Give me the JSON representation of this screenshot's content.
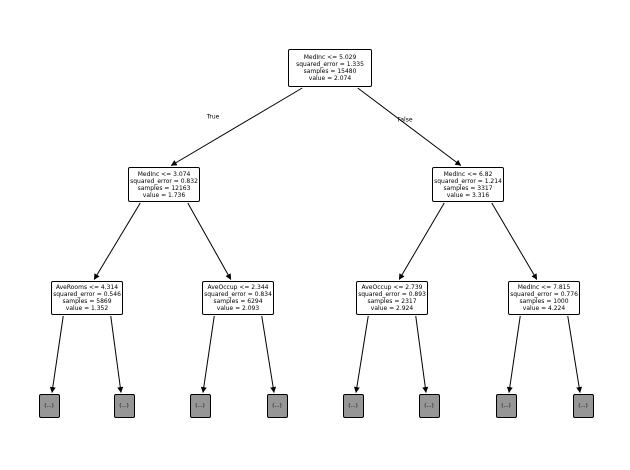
{
  "figure": {
    "background": "#ffffff",
    "colors": {
      "node_fill": "#ffffff",
      "node_border": "#000000",
      "leaf_fill": "#969696",
      "arrow": "#000000",
      "text": "#000000"
    }
  },
  "tree": {
    "nodes": [
      {
        "id": "root",
        "type": "internal",
        "lines": [
          "MedInc <= 5.029",
          "squared_error = 1.335",
          "samples = 15480",
          "value = 2.074"
        ]
      },
      {
        "id": "n1",
        "type": "internal",
        "lines": [
          "MedInc <= 3.074",
          "squared_error = 0.832",
          "samples = 12163",
          "value = 1.736"
        ]
      },
      {
        "id": "n2",
        "type": "internal",
        "lines": [
          "MedInc <= 6.82",
          "squared_error = 1.214",
          "samples = 3317",
          "value = 3.316"
        ]
      },
      {
        "id": "n3",
        "type": "internal",
        "lines": [
          "AveRooms <= 4.314",
          "squared_error = 0.546",
          "samples = 5869",
          "value = 1.352"
        ]
      },
      {
        "id": "n4",
        "type": "internal",
        "lines": [
          "AveOccup <= 2.344",
          "squared_error = 0.834",
          "samples = 6294",
          "value = 2.093"
        ]
      },
      {
        "id": "n5",
        "type": "internal",
        "lines": [
          "AveOccup <= 2.739",
          "squared_error = 0.893",
          "samples = 2317",
          "value = 2.924"
        ]
      },
      {
        "id": "n6",
        "type": "internal",
        "lines": [
          "MedInc <= 7.815",
          "squared_error = 0.776",
          "samples = 1000",
          "value = 4.224"
        ]
      },
      {
        "id": "l1",
        "type": "leaf",
        "label": "(...)"
      },
      {
        "id": "l2",
        "type": "leaf",
        "label": "(...)"
      },
      {
        "id": "l3",
        "type": "leaf",
        "label": "(...)"
      },
      {
        "id": "l4",
        "type": "leaf",
        "label": "(...)"
      },
      {
        "id": "l5",
        "type": "leaf",
        "label": "(...)"
      },
      {
        "id": "l6",
        "type": "leaf",
        "label": "(...)"
      },
      {
        "id": "l7",
        "type": "leaf",
        "label": "(...)"
      },
      {
        "id": "l8",
        "type": "leaf",
        "label": "(...)"
      }
    ],
    "edges": [
      {
        "from": "root",
        "to": "n1",
        "label": "True"
      },
      {
        "from": "root",
        "to": "n2",
        "label": "False"
      },
      {
        "from": "n1",
        "to": "n3"
      },
      {
        "from": "n1",
        "to": "n4"
      },
      {
        "from": "n2",
        "to": "n5"
      },
      {
        "from": "n2",
        "to": "n6"
      },
      {
        "from": "n3",
        "to": "l1"
      },
      {
        "from": "n3",
        "to": "l2"
      },
      {
        "from": "n4",
        "to": "l3"
      },
      {
        "from": "n4",
        "to": "l4"
      },
      {
        "from": "n5",
        "to": "l5"
      },
      {
        "from": "n5",
        "to": "l6"
      },
      {
        "from": "n6",
        "to": "l7"
      },
      {
        "from": "n6",
        "to": "l8"
      }
    ]
  }
}
